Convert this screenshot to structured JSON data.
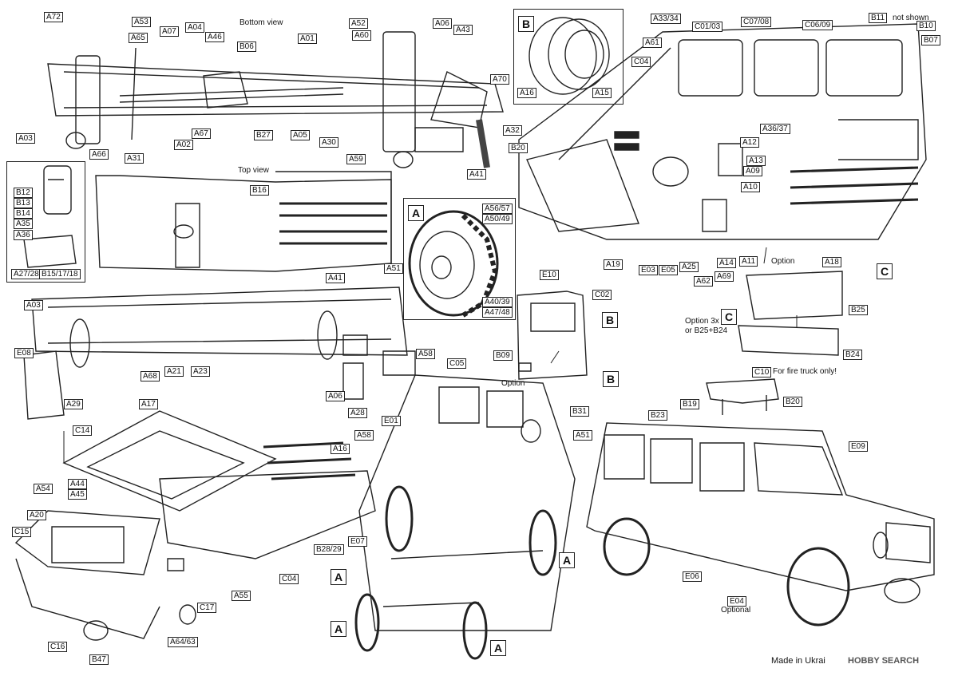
{
  "captions": {
    "bottom_view": "Bottom view",
    "top_view": "Top view",
    "option_b": "Option",
    "option_c": "Option",
    "option_3x": "Option 3x",
    "or_b25_b24": "or B25+B24",
    "fire_truck": "For fire truck only!",
    "not_shown": "not shown",
    "optional": "Optional"
  },
  "insets": {
    "A": "A",
    "B": "B",
    "C": "C"
  },
  "footer": {
    "made_in": "Made in Ukrai",
    "watermark": "HOBBY SEARCH"
  },
  "part_labels": {
    "a72": "A72",
    "a53": "A53",
    "a65": "A65",
    "a07": "A07",
    "a04": "A04",
    "a46": "A46",
    "b06": "B06",
    "a01": "A01",
    "a52": "A52",
    "a60": "A60",
    "a06_top": "A06",
    "a43": "A43",
    "a03_top": "A03",
    "a66": "A66",
    "a31": "A31",
    "a02": "A02",
    "a67": "A67",
    "b27": "B27",
    "a05": "A05",
    "a30": "A30",
    "a59": "A59",
    "a41_top": "A41",
    "b20_bottom": "B20",
    "a70": "A70",
    "a32": "A32",
    "a16_b": "A16",
    "a15": "A15",
    "a33_34": "A33/34",
    "c01_03": "C01/03",
    "c07_08": "C07/08",
    "c06_09": "C06/09",
    "b11": "B11",
    "b10": "B10",
    "b07": "B07",
    "a61": "A61",
    "c04_top": "C04",
    "a36_37": "A36/37",
    "a12": "A12",
    "a13": "A13",
    "a09": "A09",
    "a10": "A10",
    "a19": "A19",
    "e03": "E03",
    "e05": "E05",
    "a25": "A25",
    "a62": "A62",
    "a69": "A69",
    "a14": "A14",
    "a11": "A11",
    "a18": "A18",
    "b12": "B12",
    "b13": "B13",
    "b14": "B14",
    "a35": "A35",
    "a36": "A36",
    "a27_28": "A27/28",
    "b15_17_18": "B15/17/18",
    "b16": "B16",
    "a51_mid": "A51",
    "a41_mid": "A41",
    "a03_mid": "A03",
    "a56_57": "A56/57",
    "a50_49": "A50/49",
    "a40_39": "A40/39",
    "a47_48": "A47/48",
    "e10": "E10",
    "c02": "C02",
    "b09": "B09",
    "b25": "B25",
    "b24": "B24",
    "e08": "E08",
    "a29": "A29",
    "a68": "A68",
    "a21": "A21",
    "a23": "A23",
    "a06_mid": "A06",
    "a58_mid": "A58",
    "a28": "A28",
    "c05": "C05",
    "b31": "B31",
    "e01": "E01",
    "a58_low": "A58",
    "a51_low": "A51",
    "e07": "E07",
    "b28_29": "B28/29",
    "c10": "C10",
    "b19": "B19",
    "b20_roof": "B20",
    "b23": "B23",
    "e09": "E09",
    "e06": "E06",
    "e04": "E04",
    "a17": "A17",
    "c14": "C14",
    "a16_low": "A16",
    "a54": "A54",
    "a44": "A44",
    "a45": "A45",
    "a20": "A20",
    "c15": "C15",
    "c04_low": "C04",
    "a55": "A55",
    "c17": "C17",
    "c16": "C16",
    "a64_63": "A64/63",
    "b47": "B47"
  }
}
